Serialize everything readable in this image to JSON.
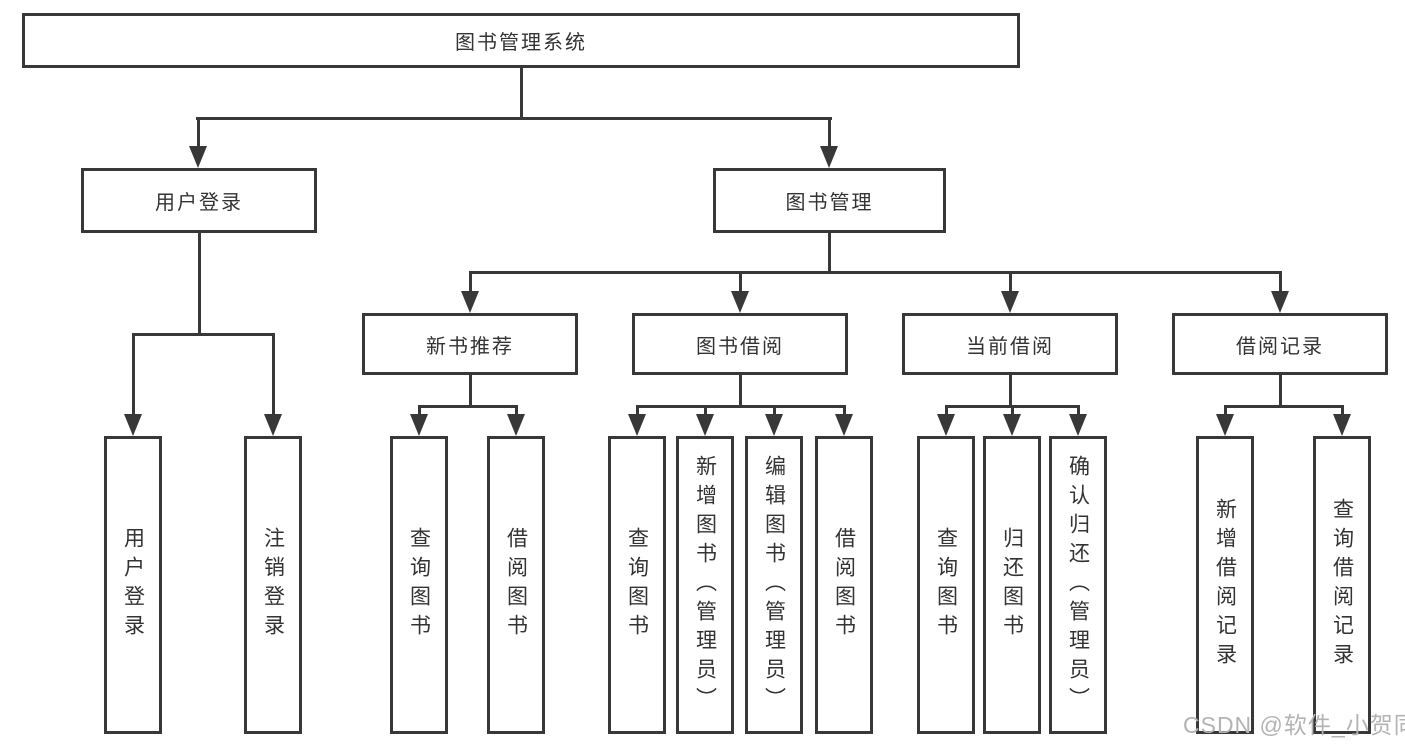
{
  "diagram_title": "图书管理系统",
  "tree": {
    "label": "图书管理系统",
    "children": [
      {
        "label": "用户登录",
        "children": [
          {
            "label": "用户登录"
          },
          {
            "label": "注销登录"
          }
        ]
      },
      {
        "label": "图书管理",
        "children": [
          {
            "label": "新书推荐",
            "children": [
              {
                "label": "查询图书"
              },
              {
                "label": "借阅图书"
              }
            ]
          },
          {
            "label": "图书借阅",
            "children": [
              {
                "label": "查询图书"
              },
              {
                "label": "新增图书（管理员）"
              },
              {
                "label": "编辑图书（管理员）"
              },
              {
                "label": "借阅图书"
              }
            ]
          },
          {
            "label": "当前借阅",
            "children": [
              {
                "label": "查询图书"
              },
              {
                "label": "归还图书"
              },
              {
                "label": "确认归还（管理员）"
              }
            ]
          },
          {
            "label": "借阅记录",
            "children": [
              {
                "label": "新增借阅记录"
              },
              {
                "label": "查询借阅记录"
              }
            ]
          }
        ]
      }
    ]
  },
  "watermark": "CSDN @软件_小贺同学",
  "colors": {
    "line": "#383838",
    "text": "#333333",
    "watermark": "#b3b3b3",
    "background": "#ffffff"
  }
}
